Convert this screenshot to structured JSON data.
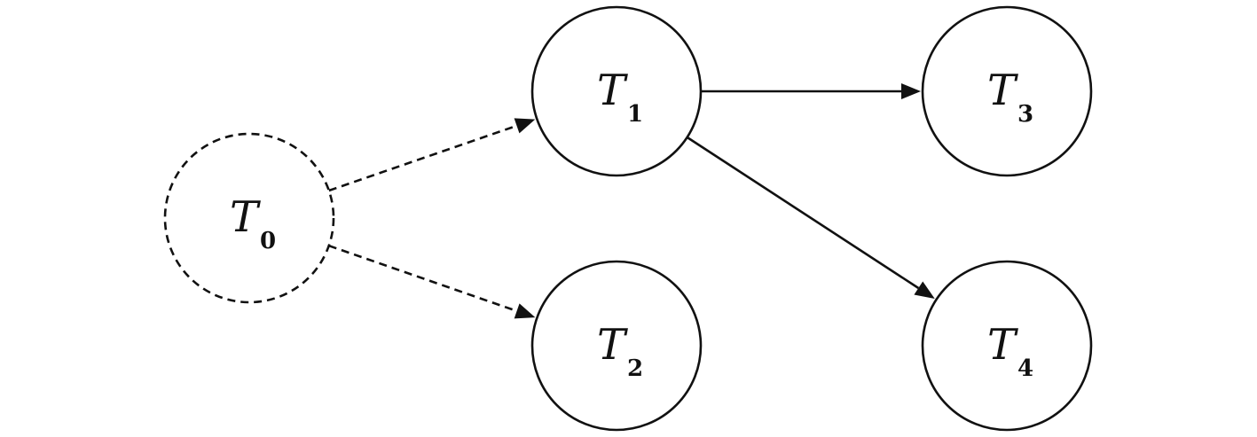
{
  "diagram": {
    "nodes": [
      {
        "id": "T0",
        "letter": "T",
        "subscript": "0",
        "style": "dashed"
      },
      {
        "id": "T1",
        "letter": "T",
        "subscript": "1",
        "style": "solid"
      },
      {
        "id": "T2",
        "letter": "T",
        "subscript": "2",
        "style": "solid"
      },
      {
        "id": "T3",
        "letter": "T",
        "subscript": "3",
        "style": "solid"
      },
      {
        "id": "T4",
        "letter": "T",
        "subscript": "4",
        "style": "solid"
      }
    ],
    "edges": [
      {
        "from": "T0",
        "to": "T1",
        "style": "dashed"
      },
      {
        "from": "T0",
        "to": "T2",
        "style": "dashed"
      },
      {
        "from": "T1",
        "to": "T3",
        "style": "solid"
      },
      {
        "from": "T1",
        "to": "T4",
        "style": "solid"
      }
    ]
  }
}
